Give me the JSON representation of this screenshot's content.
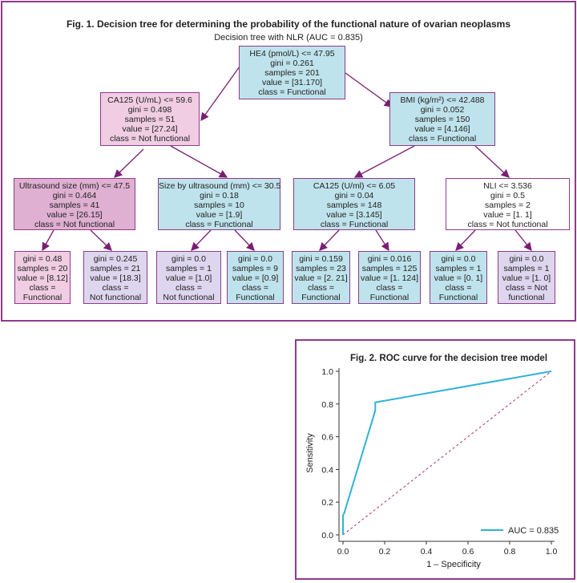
{
  "fig1": {
    "title": "Fig. 1. Decision tree for determining the probability of the functional nature of ovarian neoplasms",
    "subtitle": "Decision tree with NLR (AUC = 0.835)",
    "nodes": {
      "root": [
        "HE4 (pmol/L) <= 47.95",
        "gini = 0.261",
        "samples = 201",
        "value = [31.170]",
        "class = Functional"
      ],
      "l": [
        "CA125 (U/mL) <= 59.6",
        "gini = 0.498",
        "samples = 51",
        "value = [27.24]",
        "class = Not functional"
      ],
      "r": [
        "BMI (kg/m²) <= 42.488",
        "gini = 0.052",
        "samples = 150",
        "value = [4.146]",
        "class = Functional"
      ],
      "ll": [
        "Ultrasound size (mm) <= 47.5",
        "gini = 0.464",
        "samples = 41",
        "value = [26.15]",
        "class = Not functional"
      ],
      "lr": [
        "Size by ultrasound (mm) <= 30.5",
        "gini = 0.18",
        "samples = 10",
        "value = [1.9]",
        "class = Functional"
      ],
      "rl": [
        "CA125 (U/ml) <= 6.05",
        "gini = 0.04",
        "samples = 148",
        "value = [3.145]",
        "class = Functional"
      ],
      "rr": [
        "NLI <= 3.536",
        "gini = 0.5",
        "samples = 2",
        "value = [1. 1]",
        "class = Not functional"
      ],
      "lll": [
        "gini = 0.48",
        "samples = 20",
        "value = [8.12]",
        "class =",
        "Functional"
      ],
      "llr": [
        "gini = 0.245",
        "samples = 21",
        "value = [18.3]",
        "class =",
        "Not functional"
      ],
      "lrl": [
        "gini = 0.0",
        "samples = 1",
        "value = [1.0]",
        "class =",
        "Not functional"
      ],
      "lrr": [
        "gini = 0.0",
        "samples = 9",
        "value = [0.9]",
        "class =",
        "Functional"
      ],
      "rll": [
        "gini = 0.159",
        "samples = 23",
        "value = [2. 21]",
        "class =",
        "Functional"
      ],
      "rlr": [
        "gini = 0.016",
        "samples = 125",
        "value = [1. 124]",
        "class =",
        "Functional"
      ],
      "rrl": [
        "gini = 0.0",
        "samples = 1",
        "value = [0. 1]",
        "class =",
        "Functional"
      ],
      "rrr": [
        "gini = 0.0",
        "samples = 1",
        "value = [1. 0]",
        "class = Not",
        "functional"
      ]
    }
  },
  "colors": {
    "frame": "#8e3b8a",
    "edge": "#7a1f72",
    "roc_line": "#2fb3d6",
    "diagonal": "#b0306a"
  },
  "chart_data": {
    "type": "line",
    "title": "Fig. 2. ROC curve for the decision tree model",
    "xlabel": "1 – Specificity",
    "ylabel": "Sensitivity",
    "xlim": [
      0,
      1
    ],
    "ylim": [
      0,
      1
    ],
    "xticks": [
      "0.0",
      "0.2",
      "0.4",
      "0.6",
      "0.8",
      "1.0"
    ],
    "yticks": [
      "0.0",
      "0.2",
      "0.4",
      "0.6",
      "0.8",
      "1.0"
    ],
    "grid": false,
    "legend": "bottom-right",
    "series": [
      {
        "name": "AUC = 0.835",
        "x": [
          0.0,
          0.0,
          0.005,
          0.155,
          0.155,
          1.0
        ],
        "y": [
          0.0,
          0.12,
          0.13,
          0.76,
          0.81,
          1.0
        ]
      }
    ],
    "reference_line": {
      "x": [
        0,
        1
      ],
      "y": [
        0,
        1
      ]
    }
  }
}
